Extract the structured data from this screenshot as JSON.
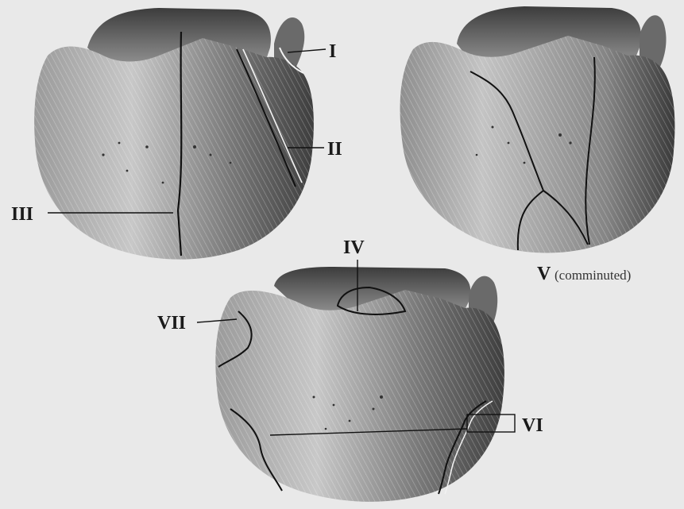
{
  "figure": {
    "labels": {
      "type_1": "I",
      "type_2": "II",
      "type_3": "III",
      "type_4": "IV",
      "type_5": "V",
      "type_5_note": "(comminuted)",
      "type_6": "VI",
      "type_7": "VII"
    },
    "colors": {
      "background": "#e9e9e9",
      "bone_dark": "#4a4a4a",
      "bone_mid": "#8a8a8a",
      "bone_light": "#cfcfcf",
      "fracture_line": "#111111"
    }
  }
}
